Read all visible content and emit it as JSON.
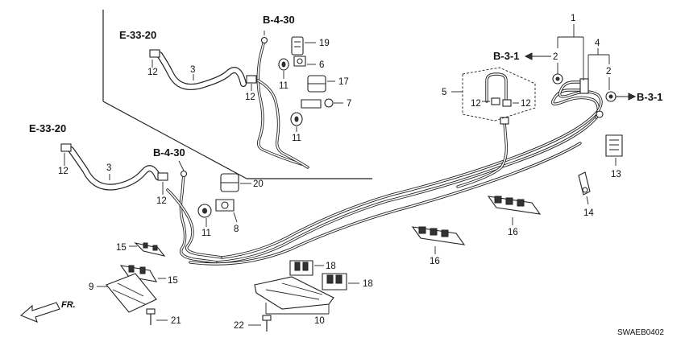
{
  "refs": {
    "e_33_20": "E-33-20",
    "b_4_30": "B-4-30",
    "b_3_1": "B-3-1"
  },
  "parts": {
    "p1": "1",
    "p2": "2",
    "p3": "3",
    "p4": "4",
    "p5": "5",
    "p6": "6",
    "p7": "7",
    "p8": "8",
    "p9": "9",
    "p10": "10",
    "p11": "11",
    "p12": "12",
    "p13": "13",
    "p14": "14",
    "p15": "15",
    "p16": "16",
    "p17": "17",
    "p18": "18",
    "p19": "19",
    "p20": "20",
    "p21": "21",
    "p22": "22"
  },
  "direction": "FR.",
  "diagram_code": "SWAEB0402"
}
